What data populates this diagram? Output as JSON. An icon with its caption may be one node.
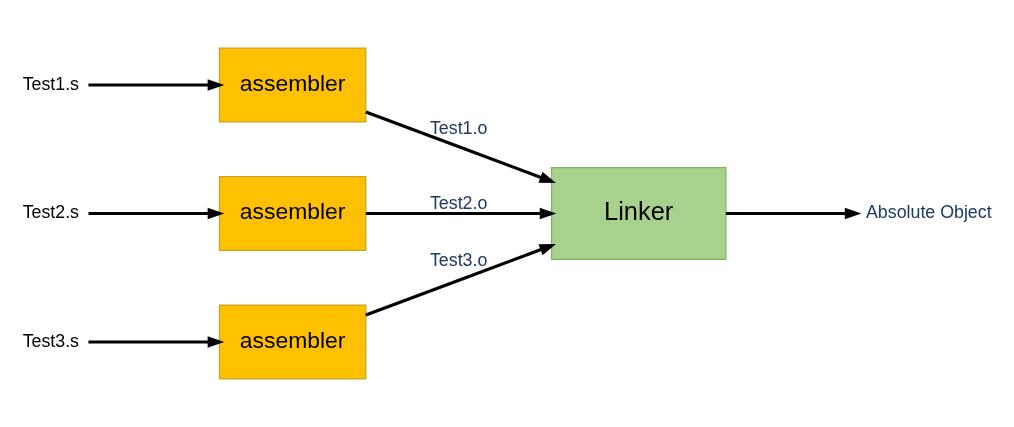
{
  "diagram": {
    "nodes": [
      {
        "text": [
          "Test1.s"
        ]
      },
      {
        "text": [
          "Test2.s"
        ]
      },
      {
        "text": [
          "Test3.s"
        ]
      },
      {
        "text": [
          "assembler"
        ]
      },
      {
        "text": [
          "assembler"
        ]
      },
      {
        "text": [
          "assembler"
        ]
      },
      {
        "text": [
          "Linker"
        ]
      },
      {
        "text": [
          "Absolute Object"
        ]
      }
    ],
    "edges": [
      {
        "from": 0,
        "to": 3,
        "arrow": "to"
      },
      {
        "from": 1,
        "to": 4,
        "arrow": "to"
      },
      {
        "from": 2,
        "to": 5,
        "arrow": "to"
      },
      {
        "from": 3,
        "to": 6,
        "arrow": "to",
        "label": "Test1.o"
      },
      {
        "from": 4,
        "to": 6,
        "arrow": "to",
        "label": "Test2.o"
      },
      {
        "from": 5,
        "to": 6,
        "arrow": "to",
        "label": "Test3.o"
      },
      {
        "from": 6,
        "to": 7,
        "arrow": "to"
      }
    ]
  }
}
